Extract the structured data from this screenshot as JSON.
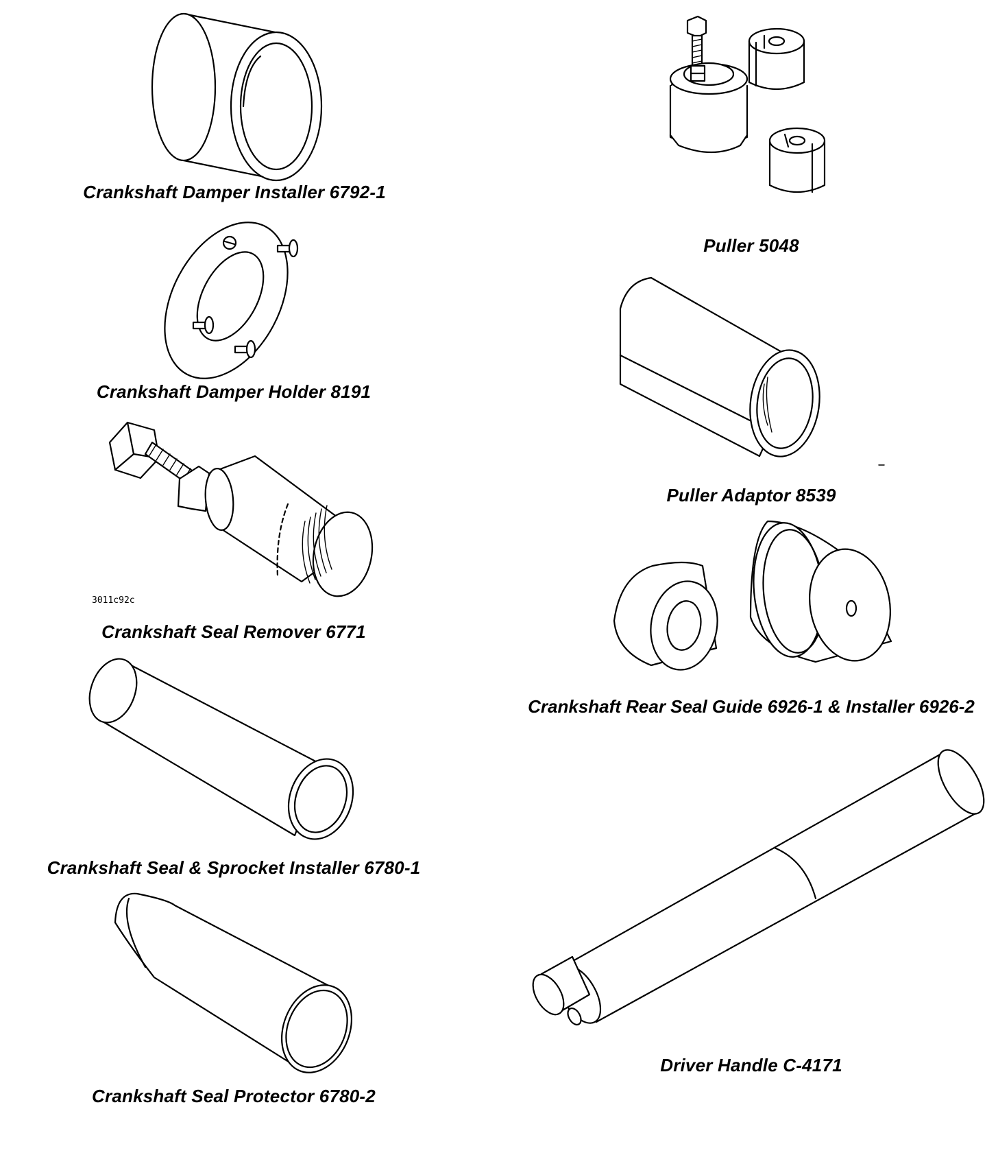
{
  "tools": [
    {
      "id": "damper-installer",
      "caption": "Crankshaft Damper Installer 6792-1"
    },
    {
      "id": "damper-holder",
      "caption": "Crankshaft Damper Holder 8191"
    },
    {
      "id": "seal-remover",
      "caption": "Crankshaft Seal Remover 6771"
    },
    {
      "id": "seal-sprocket-installer",
      "caption": "Crankshaft Seal & Sprocket Installer 6780-1"
    },
    {
      "id": "seal-protector",
      "caption": "Crankshaft Seal Protector 6780-2"
    },
    {
      "id": "puller",
      "caption": "Puller 5048"
    },
    {
      "id": "puller-adaptor",
      "caption": "Puller Adaptor 8539"
    },
    {
      "id": "rear-seal-guide",
      "caption": "Crankshaft Rear Seal Guide 6926-1 & Installer 6926-2"
    },
    {
      "id": "driver-handle",
      "caption": "Driver Handle C-4171"
    }
  ],
  "figure_code": "3011c92c"
}
